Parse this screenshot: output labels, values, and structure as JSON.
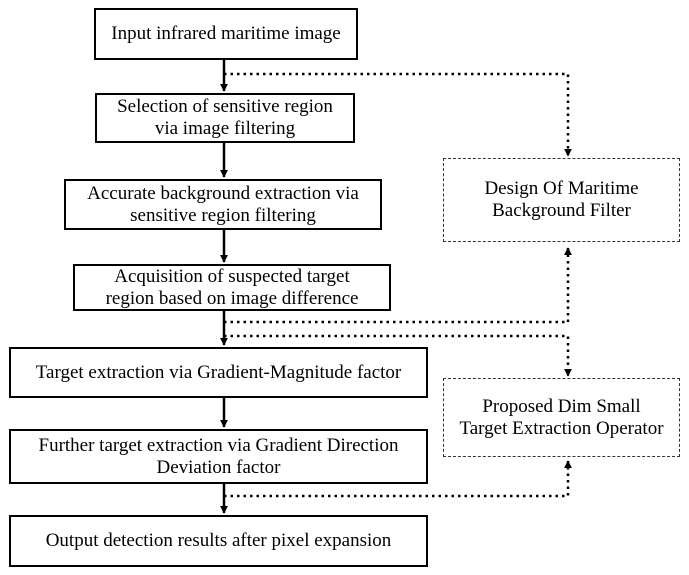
{
  "flow": {
    "input": [
      "Input infrared maritime image"
    ],
    "selection": [
      "Selection of sensitive region",
      "via image filtering"
    ],
    "background": [
      "Accurate background extraction via",
      "sensitive region filtering"
    ],
    "acquisition": [
      "Acquisition of suspected target",
      "region based on image difference"
    ],
    "gradient_magnitude": [
      "Target extraction via Gradient-Magnitude factor"
    ],
    "gradient_direction": [
      "Further target extraction via Gradient Direction",
      "Deviation factor"
    ],
    "output": [
      "Output detection results after pixel expansion"
    ]
  },
  "side": {
    "filter_design": [
      "Design Of Maritime",
      "Background Filter"
    ],
    "operator": [
      "Proposed Dim Small",
      "Target Extraction Operator"
    ]
  }
}
